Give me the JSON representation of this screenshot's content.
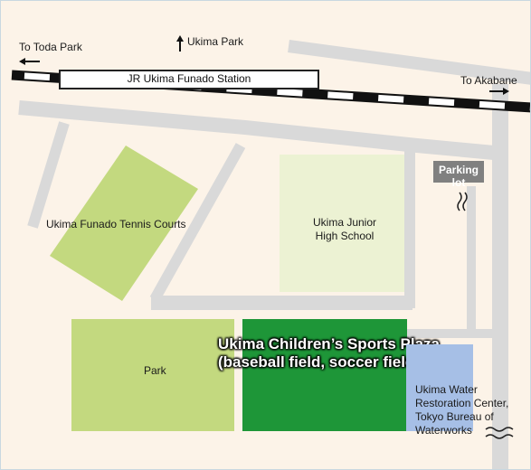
{
  "map": {
    "labels": {
      "to_toda_park": "To Toda Park",
      "ukima_park": "Ukima Park",
      "to_akabane": "To Akabane",
      "station": "JR Ukima Funado Station",
      "parking_lot": "Parking lot",
      "tennis_courts": "Ukima Funado Tennis Courts",
      "junior_high": "Ukima Junior High School",
      "park": "Park",
      "sports_plaza_line1": "Ukima Children’s Sports Plaza",
      "sports_plaza_line2": "(baseball field, soccer field)",
      "water_center": "Ukima Water Restoration Center, Tokyo Bureau of Waterworks"
    },
    "colors": {
      "background": "#fcf3e8",
      "road": "#d9d9d9",
      "tennis_courts": "#c3d97f",
      "junior_high": "#ecf2d3",
      "park": "#c3d97f",
      "sports_plaza": "#1e9638",
      "water_center": "#a6bfe6",
      "parking": "#808080",
      "rail_dark": "#111111",
      "rail_light": "#ffffff"
    },
    "icons": {
      "left_arrow": "arrow-left-icon",
      "up_arrow": "arrow-up-icon",
      "right_arrow": "arrow-right-icon",
      "river": "wavy-lines-icon"
    }
  }
}
